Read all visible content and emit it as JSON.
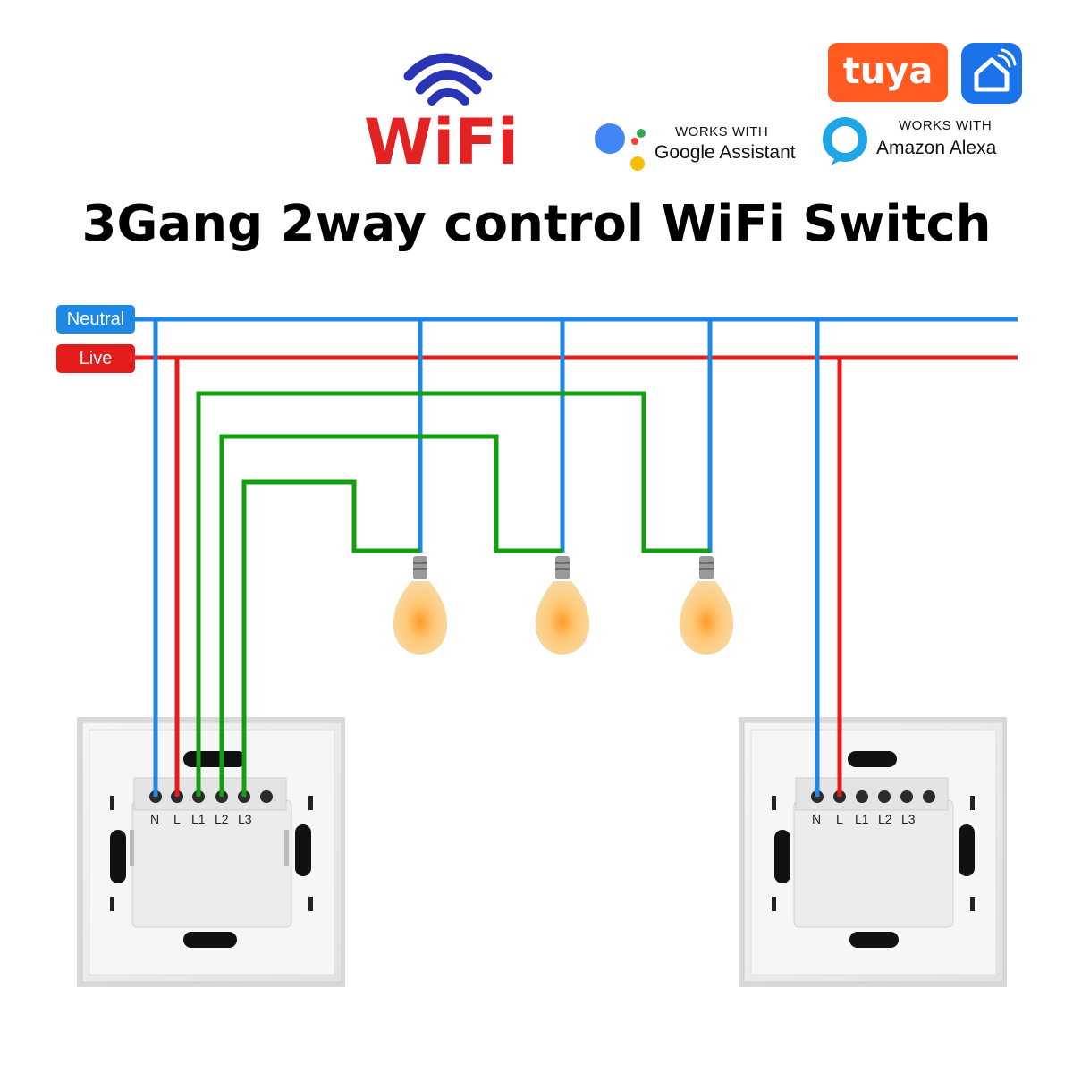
{
  "header": {
    "wifi_logo_text": "WiFi",
    "tuya_logo_text": "tuya",
    "google": {
      "works_with": "WORKS WITH",
      "name": "Google Assistant"
    },
    "alexa": {
      "works_with": "WORKS WITH",
      "name": "Amazon Alexa"
    }
  },
  "title": "3Gang 2way control WiFi Switch",
  "bus": {
    "neutral": "Neutral",
    "live": "Live"
  },
  "switch_left": {
    "terminals": [
      "N",
      "L",
      "L1",
      "L2",
      "L3"
    ]
  },
  "switch_right": {
    "terminals": [
      "N",
      "L",
      "L1",
      "L2",
      "L3"
    ]
  },
  "colors": {
    "neutral": "#1e88e5",
    "live": "#e51c1c",
    "load": "#13a010",
    "tuya": "#ff5a1f",
    "smart_home": "#1a73e8"
  },
  "icons": [
    "wifi-icon",
    "tuya-icon",
    "smart-home-icon",
    "google-assistant-icon",
    "alexa-icon",
    "bulb-icon"
  ]
}
